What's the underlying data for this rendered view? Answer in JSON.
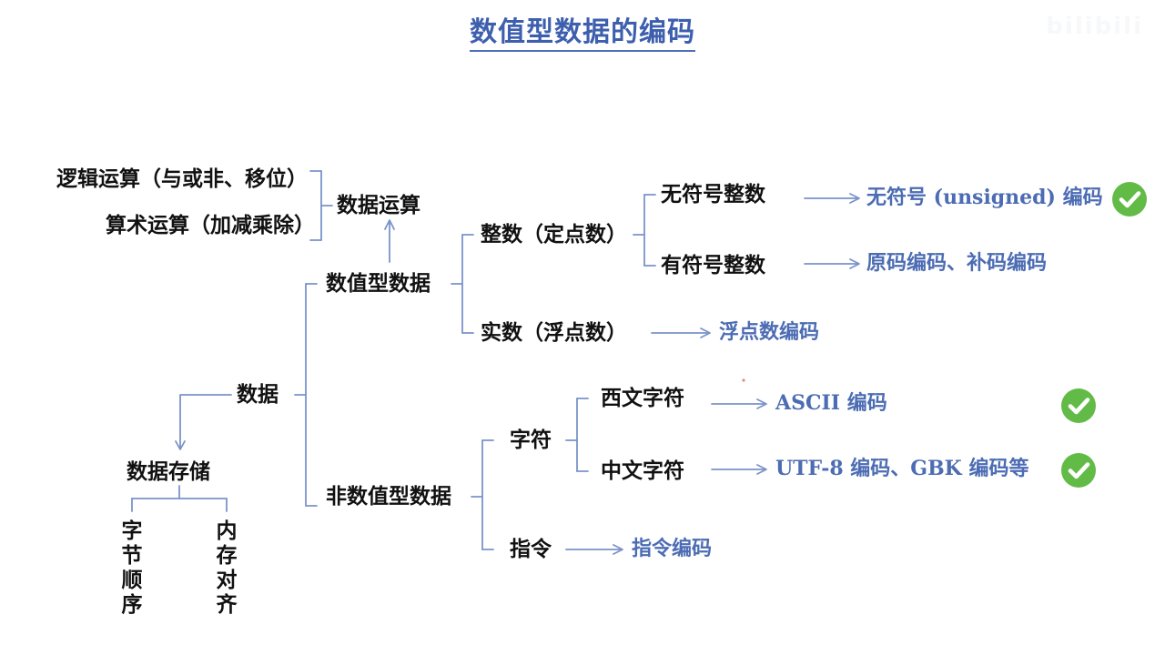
{
  "page": {
    "title": "数值型数据的编码",
    "watermark": "bilibili",
    "title_color": "#3d5fad",
    "link_color": "#4c6cb3",
    "line_color": "#7b93c9",
    "check_color": "#62bb46",
    "background": "#ffffff"
  },
  "diagram": {
    "type": "tree",
    "root": "数据",
    "nodes": {
      "data": "数据",
      "data_storage": "数据存储",
      "numeric_data": "数值型数据",
      "non_numeric_data": "非数值型数据",
      "data_operation": "数据运算",
      "logic_operation": "逻辑运算（与或非、移位）",
      "arithmetic_operation": "算术运算（加减乘除）",
      "byte_order": "字节顺序",
      "memory_align": "内存对齐",
      "integer": "整数（定点数）",
      "real": "实数（浮点数）",
      "unsigned_int": "无符号整数",
      "signed_int": "有符号整数",
      "character": "字符",
      "instruction": "指令",
      "western_char": "西文字符",
      "chinese_char": "中文字符"
    },
    "encodings": {
      "unsigned": "无符号 (unsigned) 编码",
      "signed": "原码编码、补码编码",
      "float": "浮点数编码",
      "ascii": "ASCII 编码",
      "utf8_gbk": "UTF-8 编码、GBK 编码等",
      "instruction": "指令编码"
    },
    "checked_items": [
      "无符号 (unsigned) 编码",
      "ASCII 编码",
      "UTF-8 编码、GBK 编码等"
    ],
    "icons": {
      "check": "check-circle-icon"
    }
  }
}
